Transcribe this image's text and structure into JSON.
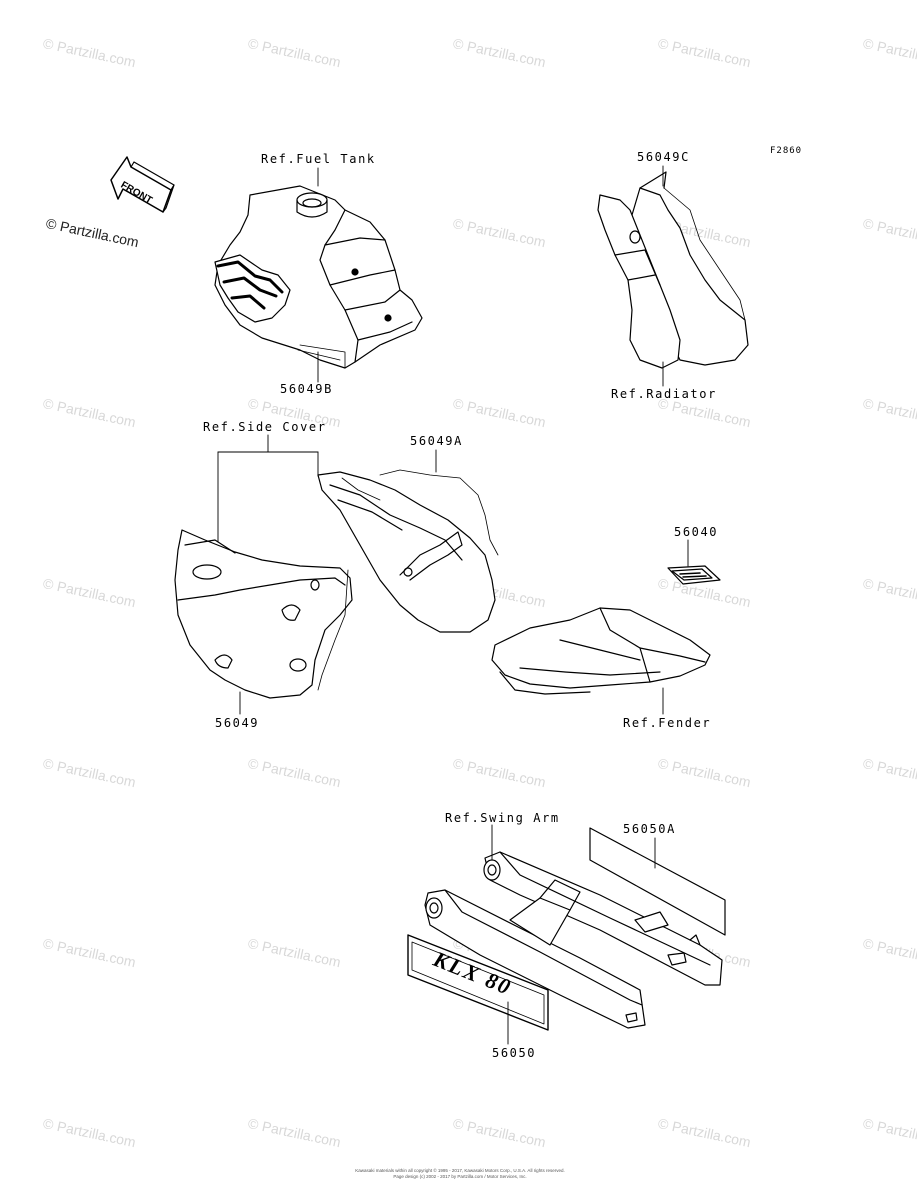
{
  "figure_id": "F2860",
  "front_label": "FRONT",
  "watermark_text": "© Partzilla.com",
  "labels": {
    "fuel_tank_ref": "Ref.Fuel Tank",
    "part_56049b": "56049B",
    "part_56049c": "56049C",
    "radiator_ref": "Ref.Radiator",
    "side_cover_ref": "Ref.Side Cover",
    "part_56049a": "56049A",
    "part_56040": "56040",
    "part_56049": "56049",
    "fender_ref": "Ref.Fender",
    "swing_arm_ref": "Ref.Swing Arm",
    "part_56050a": "56050A",
    "part_56050": "56050"
  },
  "decal_text": "KLX 80",
  "copyright_line1": "Kawasaki materials within all copyright © 1995 - 2017, Kawasaki Motors Corp., U.S.A. All rights reserved.",
  "copyright_line2": "Page design (c) 2002 - 2017 by Partzilla.com / Motor Services, Inc.",
  "colors": {
    "ink": "#000000",
    "watermark": "#d8d8d8",
    "background": "#ffffff"
  }
}
